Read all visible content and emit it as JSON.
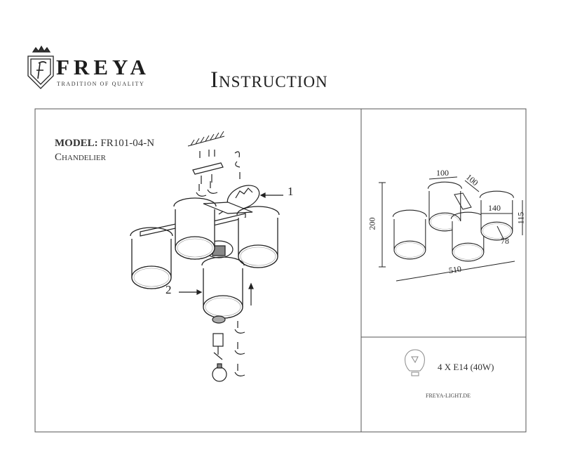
{
  "brand": {
    "name": "FREYA",
    "tagline": "TRADITION OF QUALITY",
    "logo_letter": "F"
  },
  "title": "Instruction",
  "product": {
    "model_label": "MODEL:",
    "model_number": "FR101-04-N",
    "type": "Chandelier"
  },
  "assembly_callouts": [
    "1",
    "2"
  ],
  "dimensions": {
    "width": "510",
    "height": "200",
    "arm_width": "100",
    "arm_depth": "100",
    "shade_width": "140",
    "shade_height": "115",
    "shade_depth": "78"
  },
  "bulb_spec": "4 X E14 (40W)",
  "website": "FREYA-LIGHT.DE",
  "colors": {
    "line": "#222222",
    "border": "#555555"
  }
}
